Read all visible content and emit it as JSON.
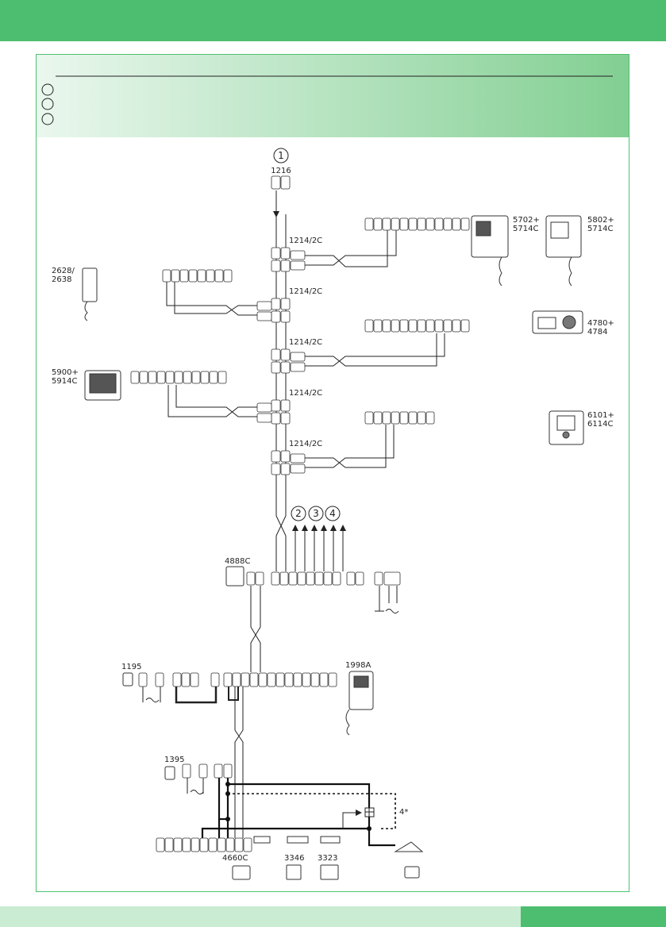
{
  "colors": {
    "brand_green": "#4dbe6f",
    "light_green": "#c9ecd2",
    "line": "#222222",
    "header_gradient_start": "#eaf7ee",
    "header_gradient_end": "#82cf92"
  },
  "header": {
    "legend_circles": 3
  },
  "labels": {
    "circle_1": "1",
    "circle_2": "2",
    "circle_3": "3",
    "circle_4": "4",
    "dev_1216": "1216",
    "dev_1214_a": "1214/2C",
    "dev_1214_b": "1214/2C",
    "dev_1214_c": "1214/2C",
    "dev_1214_d": "1214/2C",
    "dev_1214_e": "1214/2C",
    "dev_5702_l1": "5702+",
    "dev_5702_l2": "5714C",
    "dev_5802_l1": "5802+",
    "dev_5802_l2": "5714C",
    "dev_2628_l1": "2628/",
    "dev_2628_l2": "2638",
    "dev_4780_l1": "4780+",
    "dev_4780_l2": "4784",
    "dev_5900_l1": "5900+",
    "dev_5900_l2": "5914C",
    "dev_6101_l1": "6101+",
    "dev_6101_l2": "6114C",
    "dev_4888": "4888C",
    "dev_1195": "1195",
    "dev_1998": "1998A",
    "dev_1395": "1395",
    "dev_4660": "4660C",
    "dev_3346": "3346",
    "dev_3323": "3323",
    "note_star": "4*"
  }
}
